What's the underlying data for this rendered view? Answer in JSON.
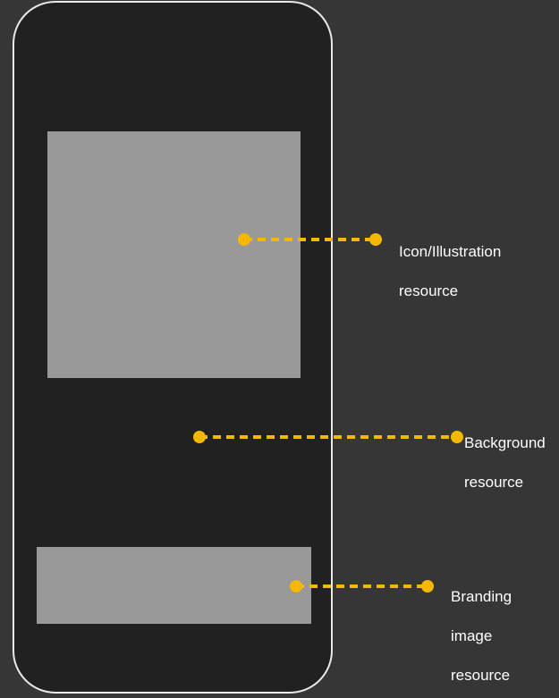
{
  "colors": {
    "page_background": "#363636",
    "phone_background": "#212121",
    "phone_border": "#e9e9e9",
    "placeholder_fill": "#999999",
    "callout_accent": "#f5b800",
    "label_text": "#ffffff"
  },
  "callouts": {
    "illustration": {
      "line1": "Icon/Illustration",
      "line2": "resource"
    },
    "background": {
      "line1": "Background",
      "line2": "resource"
    },
    "branding": {
      "line1": "Branding",
      "line2": "image",
      "line3": "resource"
    }
  }
}
